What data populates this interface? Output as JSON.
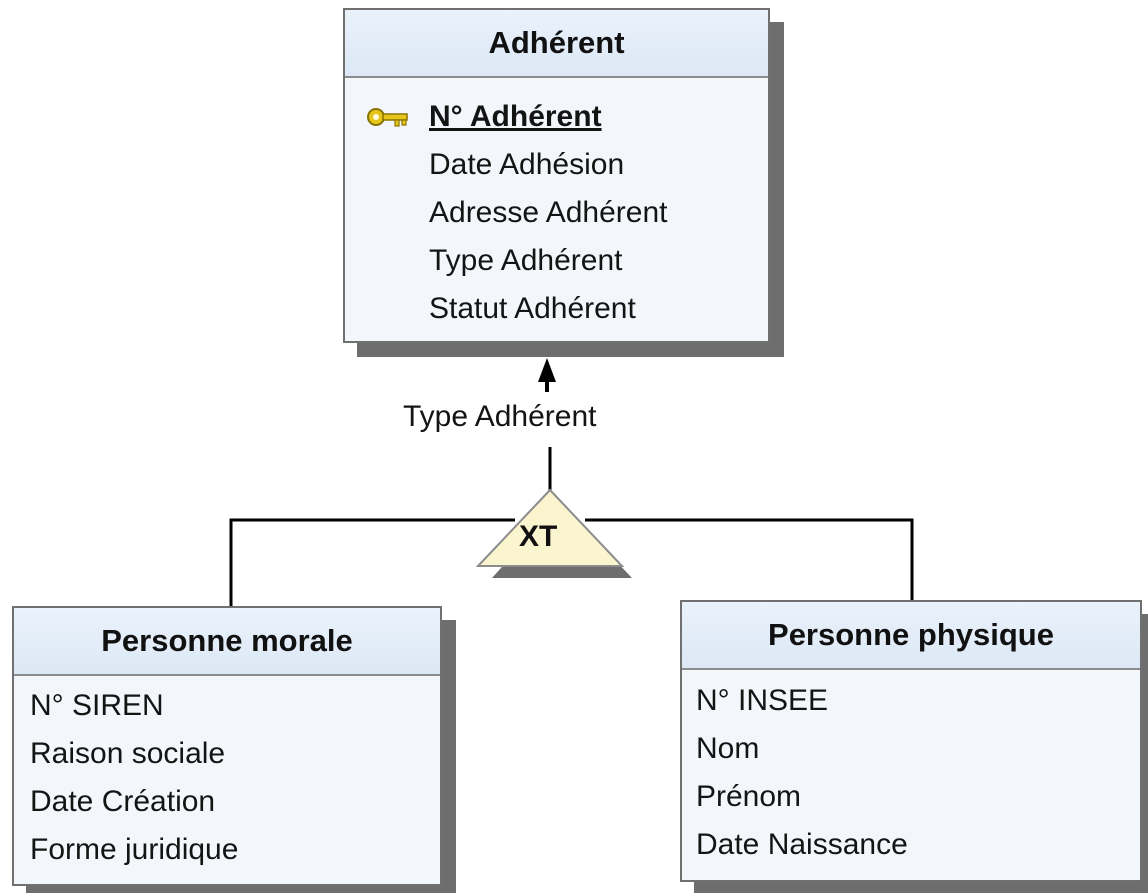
{
  "entities": {
    "adherent": {
      "title": "Adhérent",
      "key_attribute": "N° Adhérent",
      "attributes": [
        "Date Adhésion",
        "Adresse Adhérent",
        "Type Adhérent",
        "Statut Adhérent"
      ]
    },
    "personne_morale": {
      "title": "Personne morale",
      "attributes": [
        "N° SIREN",
        "Raison sociale",
        "Date Création",
        "Forme juridique"
      ]
    },
    "personne_physique": {
      "title": "Personne physique",
      "attributes": [
        "N° INSEE",
        "Nom",
        "Prénom",
        "Date Naissance"
      ]
    }
  },
  "inheritance": {
    "discriminator_label": "Type Adhérent",
    "constraint_label": "XT"
  },
  "colors": {
    "entity_fill": "#f3f7fc",
    "header_fill": "#dce8f6",
    "shadow": "#6e6e6e",
    "triangle_fill": "#fbf5cf",
    "key_icon": "#e6c619"
  },
  "icons": {
    "primary_key": "key-icon"
  }
}
